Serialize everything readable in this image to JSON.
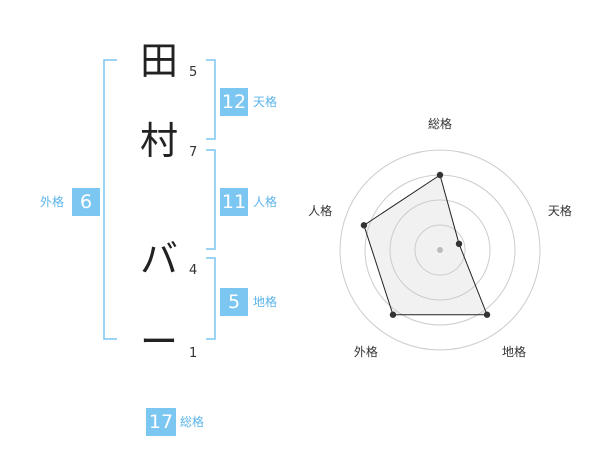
{
  "name_chars": [
    {
      "char": "田",
      "strokes": "5"
    },
    {
      "char": "村",
      "strokes": "7"
    },
    {
      "char": "バ",
      "strokes": "4"
    },
    {
      "char": "ー",
      "strokes": "1"
    }
  ],
  "fortunes": {
    "tenkaku": {
      "value": "12",
      "label": "天格"
    },
    "jinkaku": {
      "value": "11",
      "label": "人格"
    },
    "chikaku": {
      "value": "5",
      "label": "地格"
    },
    "gaikaku": {
      "value": "6",
      "label": "外格"
    },
    "soukaku": {
      "value": "17",
      "label": "総格"
    }
  },
  "chart_data": {
    "type": "radar",
    "axes": [
      "総格",
      "天格",
      "地格",
      "外格",
      "人格"
    ],
    "values": [
      0.75,
      0.2,
      0.8,
      0.8,
      0.8
    ],
    "range": [
      0,
      1
    ],
    "grid_rings": 4,
    "fill": "#f0f0f0",
    "ring_color": "#cccccc",
    "line_color": "#222222"
  },
  "colors": {
    "accent": "#7cc6f2",
    "label": "#5bb4ea",
    "bracket": "#7cc6f2"
  }
}
